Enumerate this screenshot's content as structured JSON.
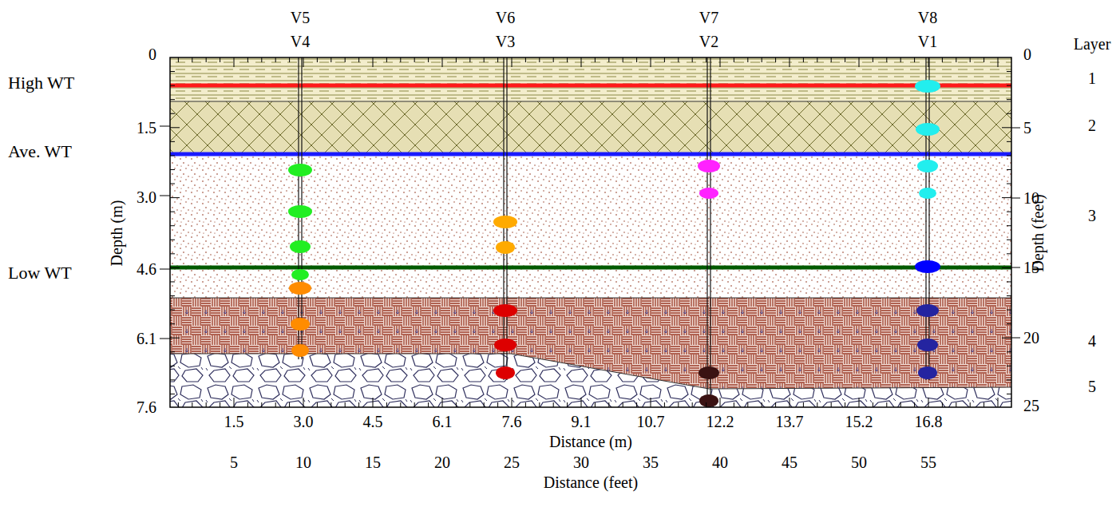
{
  "diagram": {
    "labels": [
      "V5",
      "V4",
      "V6",
      "V3",
      "V7",
      "V2",
      "V8",
      "V1",
      "Layer",
      "1",
      "2",
      "3",
      "4",
      "5",
      "High WT",
      "Ave. WT",
      "Low WT",
      "0",
      "1.5",
      "3.0",
      "4.6",
      "6.1",
      "7.6",
      "Depth (m)",
      "0",
      "5",
      "10",
      "15",
      "20",
      "25",
      "Depth (feet)",
      "1.5",
      "3.0",
      "4.5",
      "6.1",
      "7.6",
      "9.1",
      "10.7",
      "12.2",
      "13.7",
      "15.2",
      "16.8",
      "Distance (m)",
      "5",
      "10",
      "15",
      "20",
      "25",
      "30",
      "35",
      "40",
      "45",
      "50",
      "55",
      "Distance (feet)"
    ]
  }
}
